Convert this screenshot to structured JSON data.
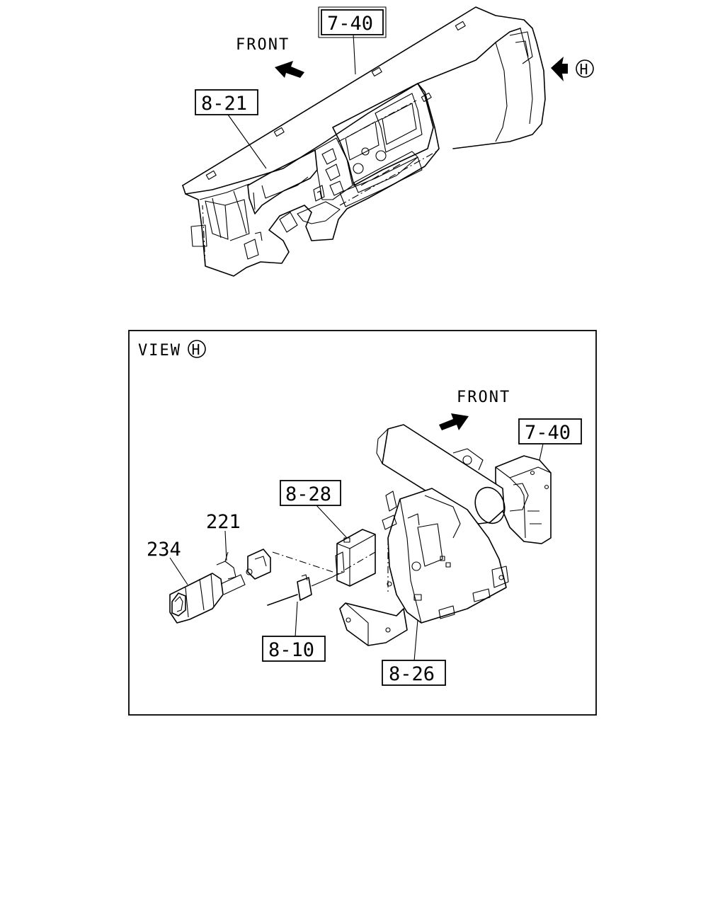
{
  "top_view": {
    "front_label": "FRONT",
    "callouts": {
      "c740": "7-40",
      "c821": "8-21"
    },
    "view_marker": "H"
  },
  "detail_view": {
    "title": "VIEW",
    "title_marker": "H",
    "front_label": "FRONT",
    "callouts": {
      "c740": "7-40",
      "c828": "8-28",
      "c810": "8-10",
      "c826": "8-26"
    },
    "part_numbers": {
      "p221": "221",
      "p234": "234"
    }
  }
}
